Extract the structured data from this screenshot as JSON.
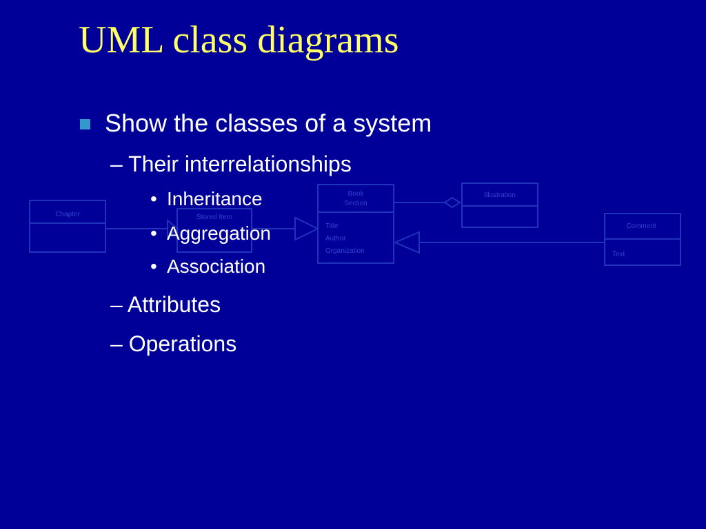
{
  "slide": {
    "title": "UML class diagrams",
    "bullets": {
      "level1": "Show the classes of a system",
      "sub1": "– Their interrelationships",
      "sub1_items": [
        "Inheritance",
        "Aggregation",
        "Association"
      ],
      "sub2": "– Attributes",
      "sub3": "– Operations",
      "bullet_char": "•"
    }
  },
  "diagram": {
    "classes": {
      "left_class": {
        "name": "Chapter",
        "attrs": []
      },
      "middle_class": {
        "name": "Stored Item",
        "attrs": []
      },
      "center_class": {
        "name": [
          "Book",
          "Section"
        ],
        "attrs": [
          "Title",
          "Author",
          "Organization"
        ]
      },
      "top_right_class": {
        "name": "Illustration",
        "attrs": []
      },
      "right_class": {
        "name": "Comment",
        "attrs": [
          "Text"
        ]
      }
    }
  },
  "colors": {
    "background": "#000099",
    "title": "#FFFF66",
    "text": "#FFFFFF",
    "bullet_square": "#3399CC",
    "diagram_stroke": "#2233BB",
    "diagram_text": "#3344CC"
  }
}
